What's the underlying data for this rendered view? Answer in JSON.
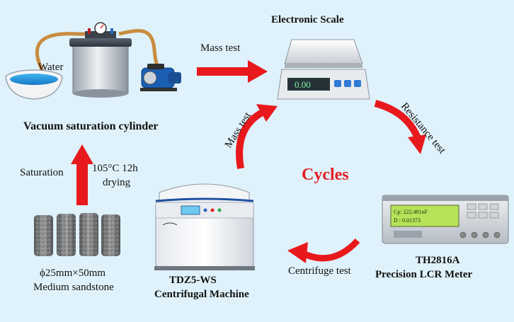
{
  "labels": {
    "water": "Water",
    "vacuum_cylinder": "Vacuum saturation cylinder",
    "electronic_scale": "Electronic Scale",
    "mass_test_top": "Mass test",
    "mass_test_curve": "Mass test",
    "resistance_test": "Resistance test",
    "cycles": "Cycles",
    "saturation": "Saturation",
    "drying_temp": "105°C  12h",
    "drying": "drying",
    "sample_size": "ϕ25mm×50mm",
    "sample_type": "Medium sandstone",
    "centrifuge_name": "TDZ5-WS",
    "centrifuge_desc": "Centrifugal Machine",
    "centrifuge_test": "Centrifuge test",
    "lcr_model": "TH2816A",
    "lcr_desc": "Precision LCR Meter",
    "scale_display": "0.00",
    "lcr_line1": "Cp:  222.481nF",
    "lcr_line2": "D  :  0.01373"
  },
  "colors": {
    "background": "#dff2fb",
    "arrow_red": "#e8191c",
    "cycles_red": "#e51e25",
    "text": "#111111"
  }
}
